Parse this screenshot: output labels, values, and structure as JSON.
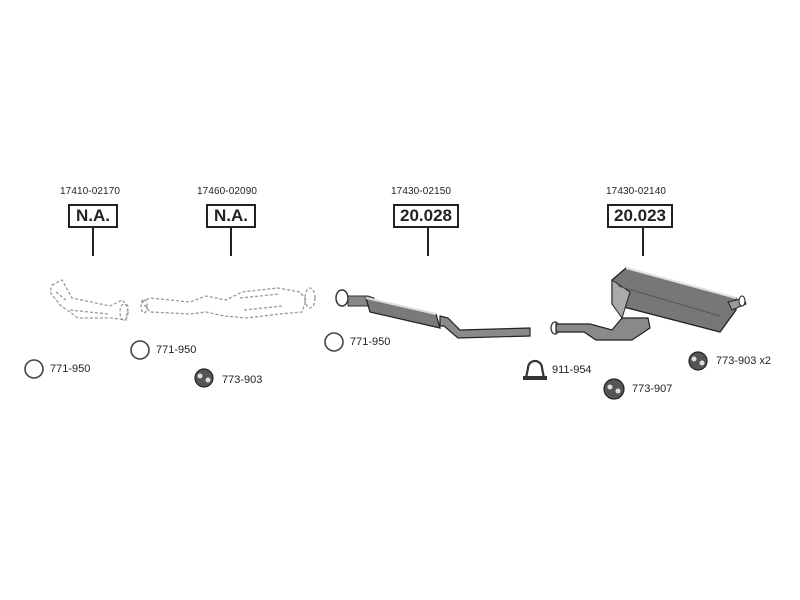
{
  "parts": [
    {
      "part_number": "17410-02170",
      "code": "N.A."
    },
    {
      "part_number": "17460-02090",
      "code": "N.A."
    },
    {
      "part_number": "17430-02150",
      "code": "20.028"
    },
    {
      "part_number": "17430-02140",
      "code": "20.023"
    }
  ],
  "accessories": [
    {
      "icon": "gasket-ring-icon",
      "label": "771-950"
    },
    {
      "icon": "gasket-ring-icon",
      "label": "771-950"
    },
    {
      "icon": "rubber-mount-icon",
      "label": "773-903"
    },
    {
      "icon": "gasket-ring-icon",
      "label": "771-950"
    },
    {
      "icon": "pipe-clamp-icon",
      "label": "911-954"
    },
    {
      "icon": "rubber-mount-icon",
      "label": "773-907"
    },
    {
      "icon": "rubber-mount-icon",
      "label": "773-903 x2"
    }
  ]
}
